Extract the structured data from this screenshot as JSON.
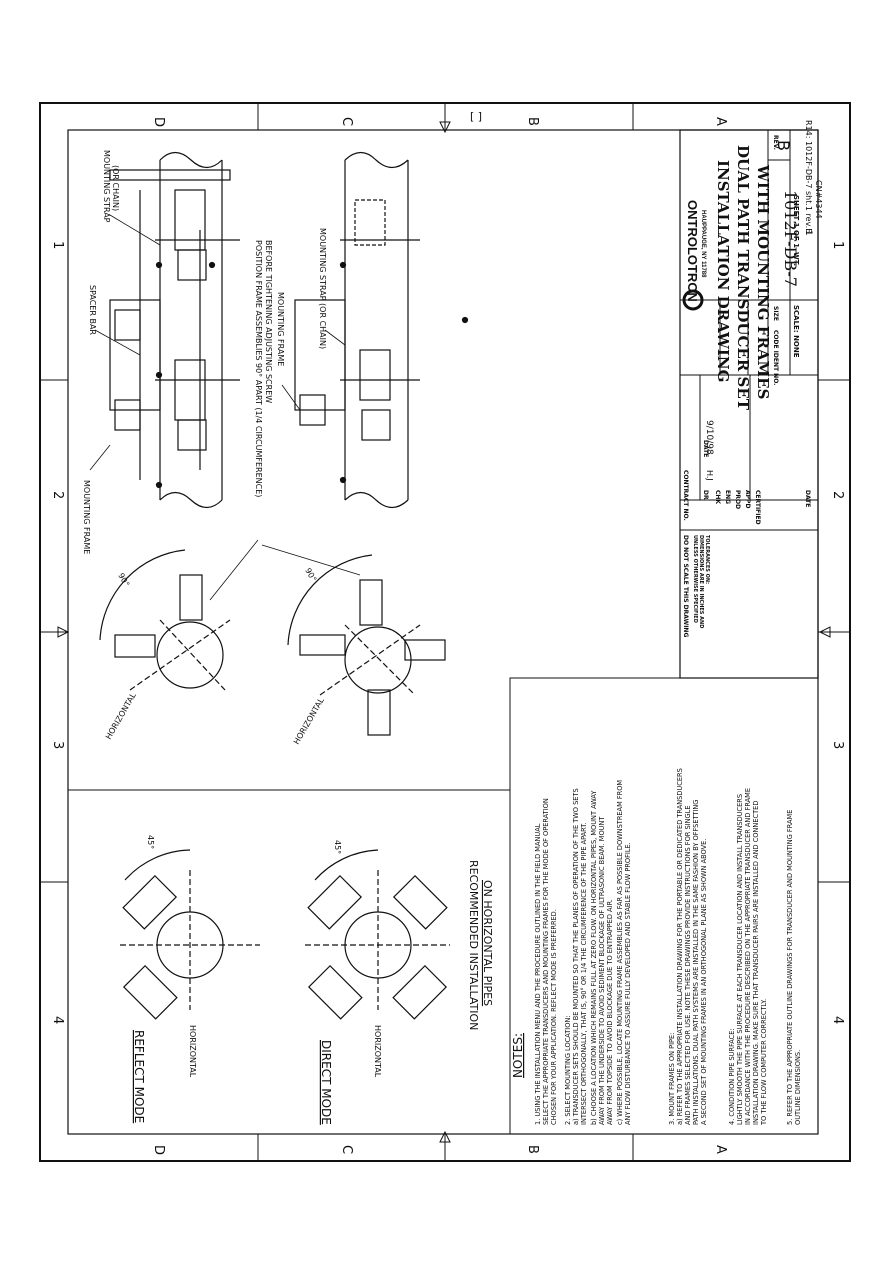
{
  "grid": {
    "left_letters": [
      "D",
      "C",
      "B",
      "A"
    ],
    "right_letters": [
      "D",
      "C",
      "B",
      "A"
    ],
    "top_numbers": [
      "1",
      "2",
      "3",
      "4"
    ],
    "bottom_numbers": [
      "1",
      "2",
      "3",
      "4"
    ],
    "bracket": "[ ]"
  },
  "title_block": {
    "company": "ONTROLOTRON",
    "company_initial": "C",
    "company_address": "HAUPPAUGE, NY 11788",
    "title_line1": "INSTALLATION DRAWING",
    "title_line2": "DUAL PATH TRANSDUCER SET",
    "title_line3": "WITH MOUNTING FRAMES",
    "rev_label": "REV.",
    "rev": "B",
    "size_label": "SIZE",
    "code_label": "CODE IDENT NO.",
    "drawing_no": "1012F-DB-7",
    "scale_label": "SCALE: NONE",
    "wt_label": "WT.",
    "sheet": "SHEET 1 OF 1",
    "rev_note": "R14: 1012F-DB-7 sht.1 rev.B",
    "cn": "CN#4344",
    "page_num": "1",
    "contract": "CONTRACT NO.",
    "dr_label": "DR",
    "dr_name": "H.J",
    "date_label": "DATE",
    "date": "9/10/98",
    "chk": "CHK",
    "eng": "ENG",
    "prod": "PROD",
    "appd": "APPD",
    "certified": "CERTIFIED",
    "no_scale": "DO NOT SCALE THIS DRAWING",
    "unless1": "UNLESS OTHERWISE SPECIFIED",
    "unless2": "DIMENSIONS ARE IN INCHES AND",
    "unless3": "TOLERANCES ON:"
  },
  "labels": {
    "mounting_strap_chain": "MOUNTING STRAP (OR CHAIN)",
    "mounting_strap": "MOUNTING STRAP",
    "or_chain": "(OR CHAIN)",
    "spacer_bar": "SPACER BAR",
    "mounting_frame": "MOUNTING FRAME",
    "position_note1": "POSITION FRAME ASSEMBLIES 90° APART (1/4 CIRCUMFERENCE)",
    "position_note2": "BEFORE TIGHTENING ADJUSTING SCREW",
    "horizontal": "HORIZONTAL",
    "angle90": "90°",
    "angle45": "45°",
    "reflect_mode": "REFLECT MODE",
    "direct_mode": "DIRECT MODE",
    "recommended1": "RECOMMENDED INSTALLATION",
    "recommended2": "ON HORIZONTAL PIPES"
  },
  "notes": {
    "heading": "NOTES:",
    "lines": [
      "1.  USING THE INSTALLATION MENU AND THE PROCEDURE OUTLINED IN THE FIELD MANUAL",
      "     SELECT THE APPROPRIATE TRANSDUCERS AND MOUNTING FRAMES FOR THE MODE OF OPERATION",
      "     CHOSEN FOR YOUR APPLICATION. REFLECT MODE IS PREFERRED.",
      "2.  SELECT MOUNTING LOCATION:",
      "   a)  TRANSDUCER SETS SHOULD BE MOUNTED SO THAT THE PLANES OF OPERATION OF THE TWO SETS",
      "        INTERSECT ORTHOGONALLY, THAT IS, 90° OR 1/4 THE CIRCUMFERENCE OF THE PIPE APART.",
      "   b)  CHOOSE A LOCATION WHICH REMAINS FULL AT ZERO FLOW. ON HORIZONTAL PIPES, MOUNT AWAY",
      "        AWAY FROM THE UNDERSIDE TO AVOID SEDIMENT BLOCKAGE OF ULTRASONIC BEAM. MOUNT",
      "        AWAY FROM TOPSIDE TO AVOID BLOCKAGE DUE TO ENTRAPPED AIR.",
      "   c)  WHERE POSSIBLE, LOCATE MOUNTING FRAME ASSEMBLIES AS FAR AS POSSIBLE DOWNSTREAM FROM",
      "        ANY FLOW DISTURBANCE TO ASSURE FULLY DEVELOPED AND STABLE FLOW PROFILE.",
      "3.  MOUNT FRAMES ON PIPE:",
      "   a)  REFER TO THE APPROPRIATE INSTALLATION DRAWING FOR THE PORTABLE OR DEDICATED TRANSDUCERS",
      "        AND FRAMES SELECTED FOR USE. NOTE THESE DRAWINGS PROVIDE INSTRUCTIONS FOR SINGLE",
      "        PATH INSTALLATIONS. DUAL PATH SYSTEMS ARE INSTALLED IN THE SAME FASHION BY OFFSETTING",
      "        A SECOND SET OF MOUNTING FRAMES IN AN ORTHOGONAL PLANE AS SHOWN ABOVE.",
      "4.  CONDITION PIPE SURFACE:",
      "     LIGHTLY SMOOTH THE PIPE SURFACE AT EACH TRANSDUCER LOCATION AND INSTALL TRANSDUCERS",
      "     IN ACCORDANCE WITH THE PROCEDURE DESCRIBED ON THE APPROPRIATE TRANSDUCER AND FRAME",
      "     INSTALLATION DRAWING. MAKE SURE THAT TRANSDUCER PAIRS ARE INSTALLED AND CONNECTED",
      "     TO THE FLOW COMPUTER CORRECTLY.",
      "5.  REFER TO THE APPROPRIATE OUTLINE DRAWINGS FOR TRANSDUCER AND MOUNTING FRAME",
      "     OUTLINE DIMENSIONS."
    ]
  }
}
